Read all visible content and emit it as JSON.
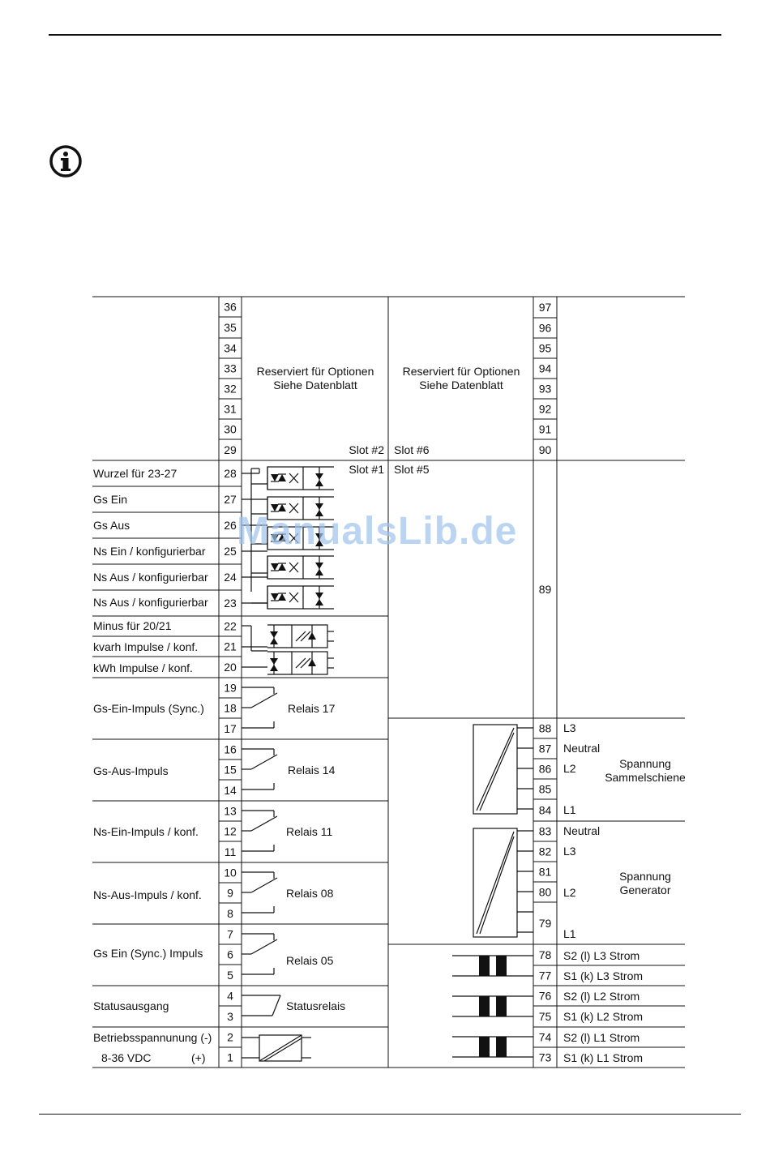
{
  "icons": {
    "info": "info-circle-icon"
  },
  "watermark": "ManualsLib.de",
  "slots": {
    "upper_left_text_1": "Reserviert für Optionen",
    "upper_left_text_2": "Siehe Datenblatt",
    "upper_right_text_1": "Reserviert für Optionen",
    "upper_right_text_2": "Siehe Datenblatt",
    "slot2": "Slot #2",
    "slot6": "Slot #6",
    "slot1": "Slot #1",
    "slot5": "Slot #5"
  },
  "left_terminals": [
    "36",
    "35",
    "34",
    "33",
    "32",
    "31",
    "30",
    "29",
    "28",
    "27",
    "26",
    "25",
    "24",
    "23",
    "22",
    "21",
    "20",
    "19",
    "18",
    "17",
    "16",
    "15",
    "14",
    "13",
    "12",
    "11",
    "10",
    "9",
    "8",
    "7",
    "6",
    "5",
    "4",
    "3",
    "2",
    "1"
  ],
  "right_terminals": [
    "97",
    "96",
    "95",
    "94",
    "93",
    "92",
    "91",
    "90",
    "89",
    "88",
    "87",
    "86",
    "85",
    "84",
    "83",
    "82",
    "81",
    "80",
    "79",
    "78",
    "77",
    "76",
    "75",
    "74",
    "73"
  ],
  "left_labels": {
    "t28": "Wurzel für 23-27",
    "t27": "Gs Ein",
    "t26": "Gs Aus",
    "t25": "Ns Ein / konfigurierbar",
    "t24": "Ns Aus / konfigurierbar",
    "t23": "Ns Aus / konfigurierbar",
    "t22": "Minus für 20/21",
    "t21": "kvarh Impulse / konf.",
    "t20": "kWh Impulse / konf.",
    "r17": "Gs-Ein-Impuls (Sync.)",
    "r14": "Gs-Aus-Impuls",
    "r11": "Ns-Ein-Impuls / konf.",
    "r08": "Ns-Aus-Impuls / konf.",
    "r05": "Gs Ein (Sync.) Impuls",
    "status": "Statusausgang",
    "power1": "Betriebsspannunung (-)",
    "power2": "8-36 VDC",
    "power_plus": "(+)"
  },
  "relays": {
    "r17": "Relais 17",
    "r14": "Relais 14",
    "r11": "Relais 11",
    "r08": "Relais 08",
    "r05": "Relais 05",
    "status": "Statusrelais"
  },
  "right_labels": {
    "t89": "L3",
    "t88": "Neutral",
    "t87": "L2",
    "t85": "L1",
    "bus1": "Spannung",
    "bus2": "Sammelschiene",
    "t84": "Neutral",
    "t83": "L3",
    "t81": "L2",
    "t79": "L1",
    "gen1": "Spannung",
    "gen2": "Generator",
    "t78": "S2 (l) L3 Strom",
    "t77": "S1 (k) L3 Strom",
    "t76": "S2 (l) L2 Strom",
    "t75": "S1 (k) L2 Strom",
    "t74": "S2 (l) L1 Strom",
    "t73": "S1 (k) L1 Strom"
  }
}
